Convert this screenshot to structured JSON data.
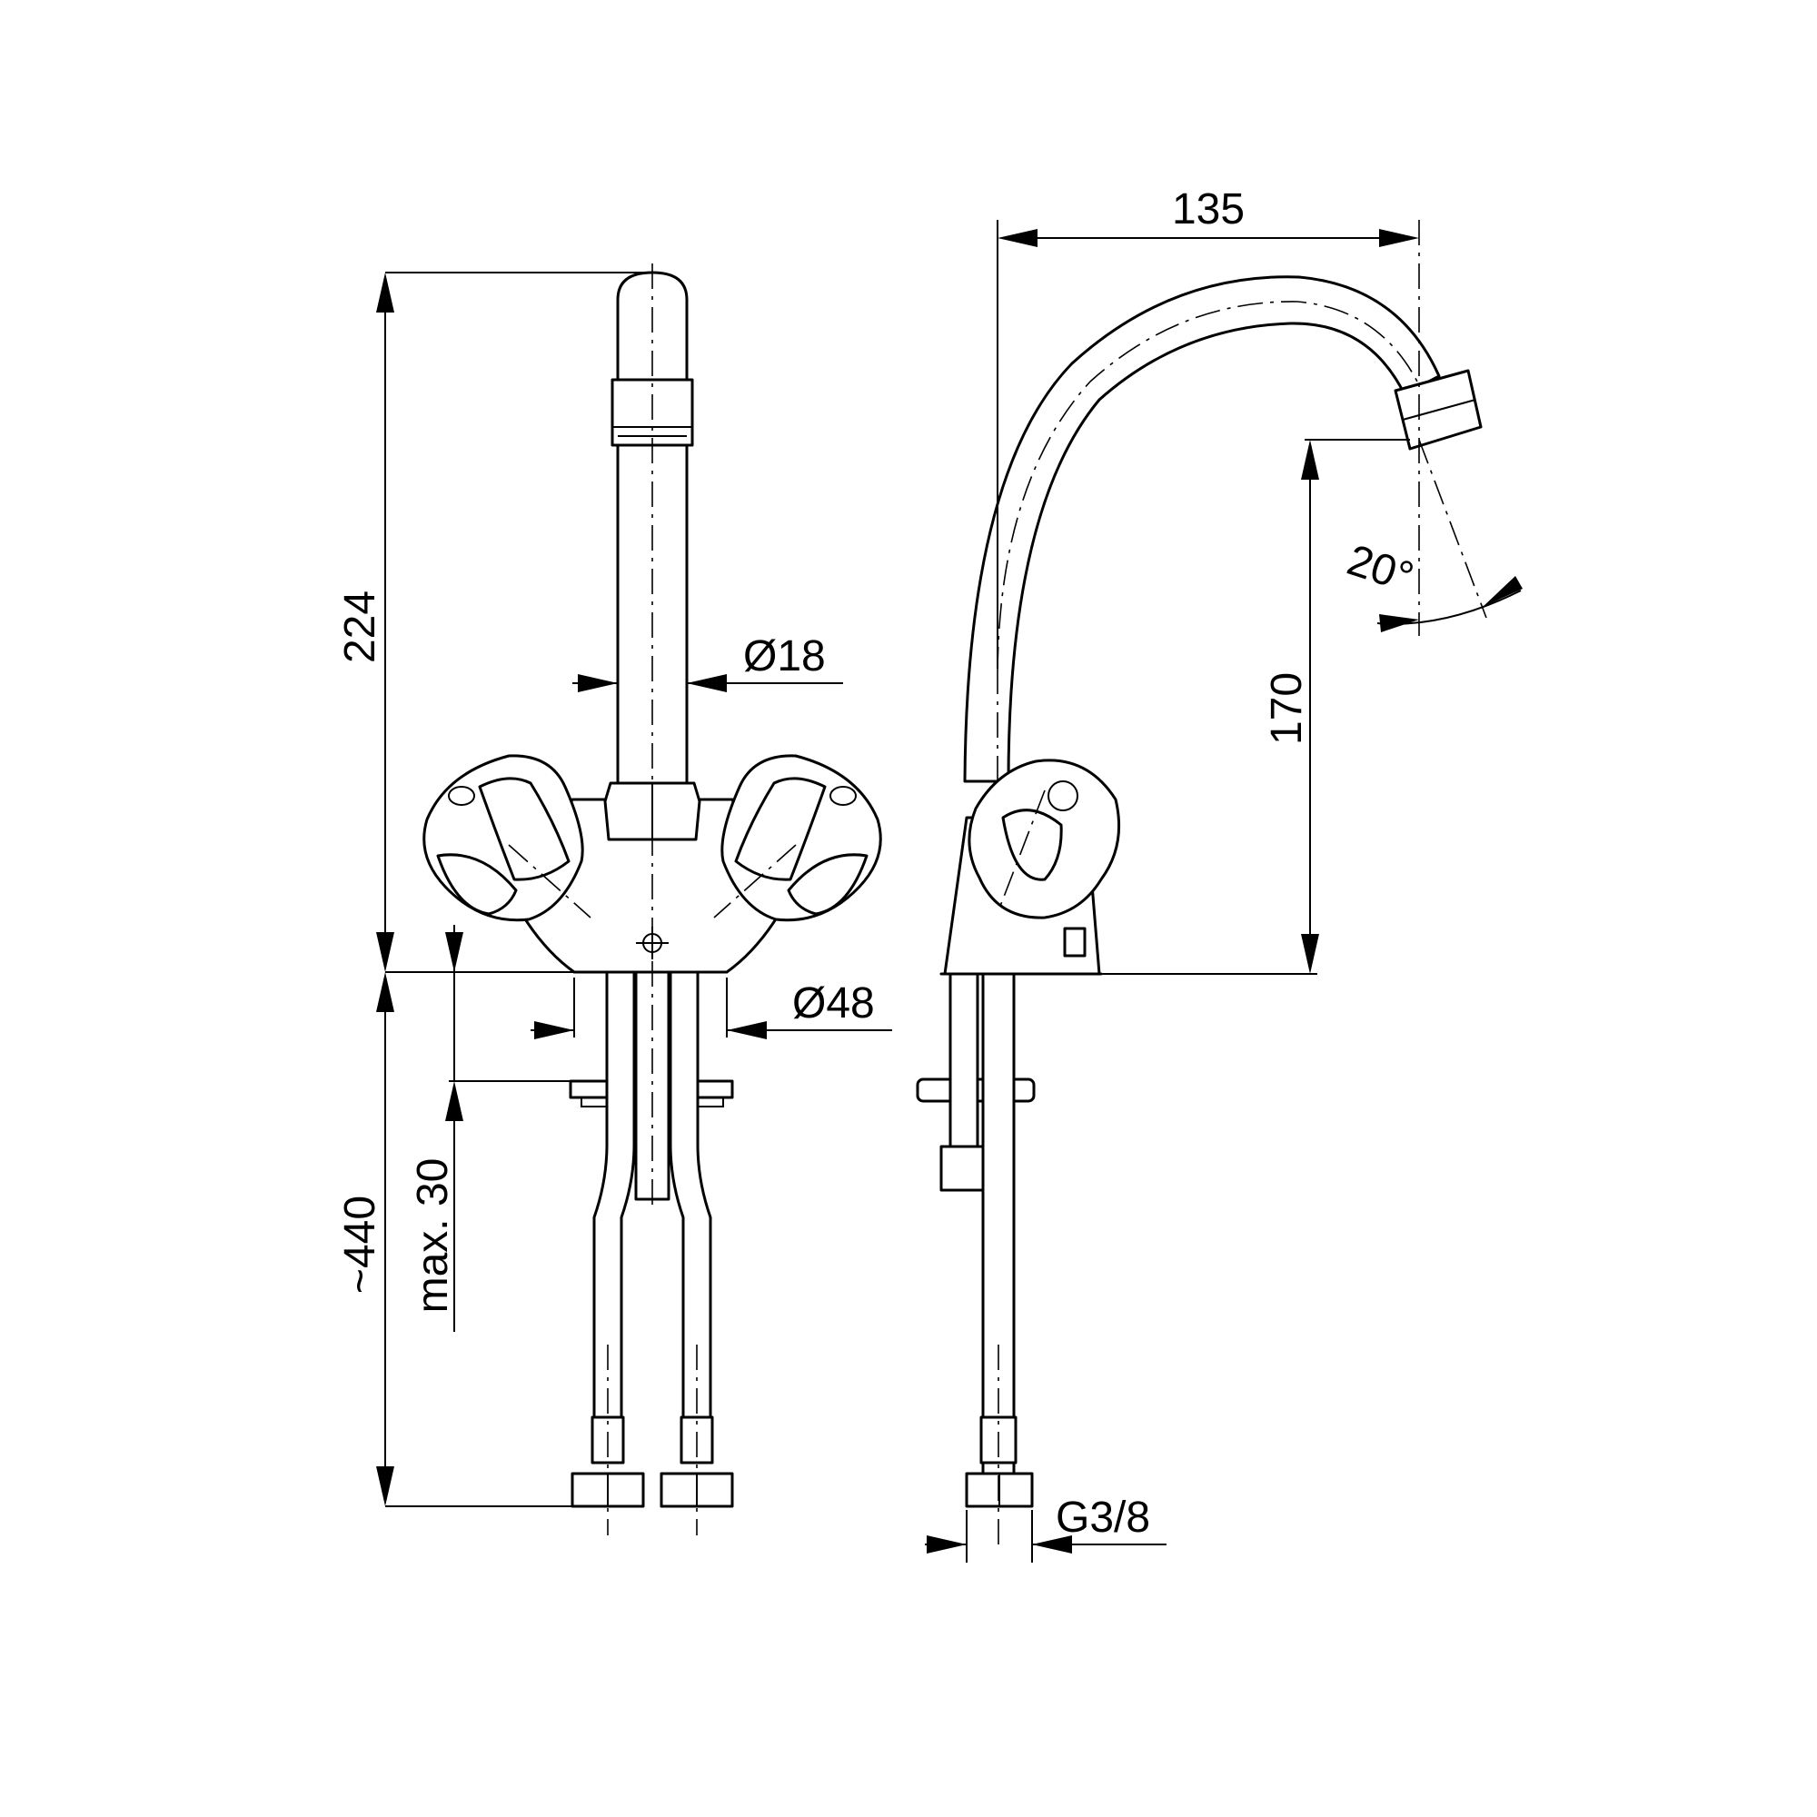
{
  "diagram": {
    "type": "technical-drawing",
    "subject": "two-handle basin mixer tap",
    "views": [
      "front-view",
      "side-view"
    ],
    "dimensions": {
      "total_height": "224",
      "pipe_diameter": "Ø18",
      "base_diameter": "Ø48",
      "hose_length": "~440",
      "max_counter_thickness": "max. 30",
      "spout_reach": "135",
      "spout_height": "170",
      "spout_angle": "20°",
      "connection_thread": "G3/8"
    }
  }
}
